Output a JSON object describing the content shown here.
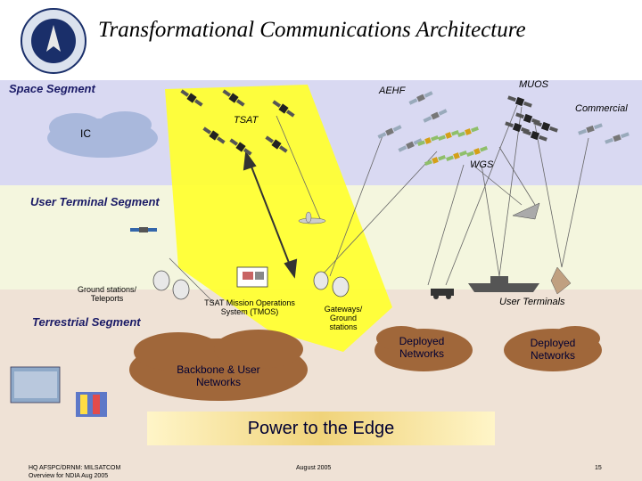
{
  "title": "Transformational Communications Architecture",
  "segments": {
    "space": "Space Segment",
    "user_terminal": "User Terminal Segment",
    "terrestrial": "Terrestrial Segment"
  },
  "nodes": {
    "aehf": "AEHF",
    "muos": "MUOS",
    "commercial": "Commercial",
    "ic": "IC",
    "tsat": "TSAT",
    "wgs": "WGS",
    "ground_stations": "Ground stations/ Teleports",
    "tmos": "TSAT Mission Operations System (TMOS)",
    "gateways": "Gateways/ Ground stations",
    "user_terminals": "User Terminals",
    "deployed_networks_1": "Deployed Networks",
    "deployed_networks_2": "Deployed Networks",
    "backbone": "Backbone & User Networks"
  },
  "banner": "Power to the Edge",
  "footer": {
    "org_line1": "HQ AFSPC/DRNM: MILSATCOM",
    "org_line2": "Overview for NDIA Aug 2005",
    "date": "August 2005",
    "page": "15"
  },
  "colors": {
    "space_band": "#d9d9f2",
    "user_band": "#f4f6de",
    "terrestrial_band": "#efe2d6",
    "tsat_beam": "#ffff33",
    "cloud_blue": "#a9b8dc",
    "cloud_brown": "#a0673a"
  }
}
